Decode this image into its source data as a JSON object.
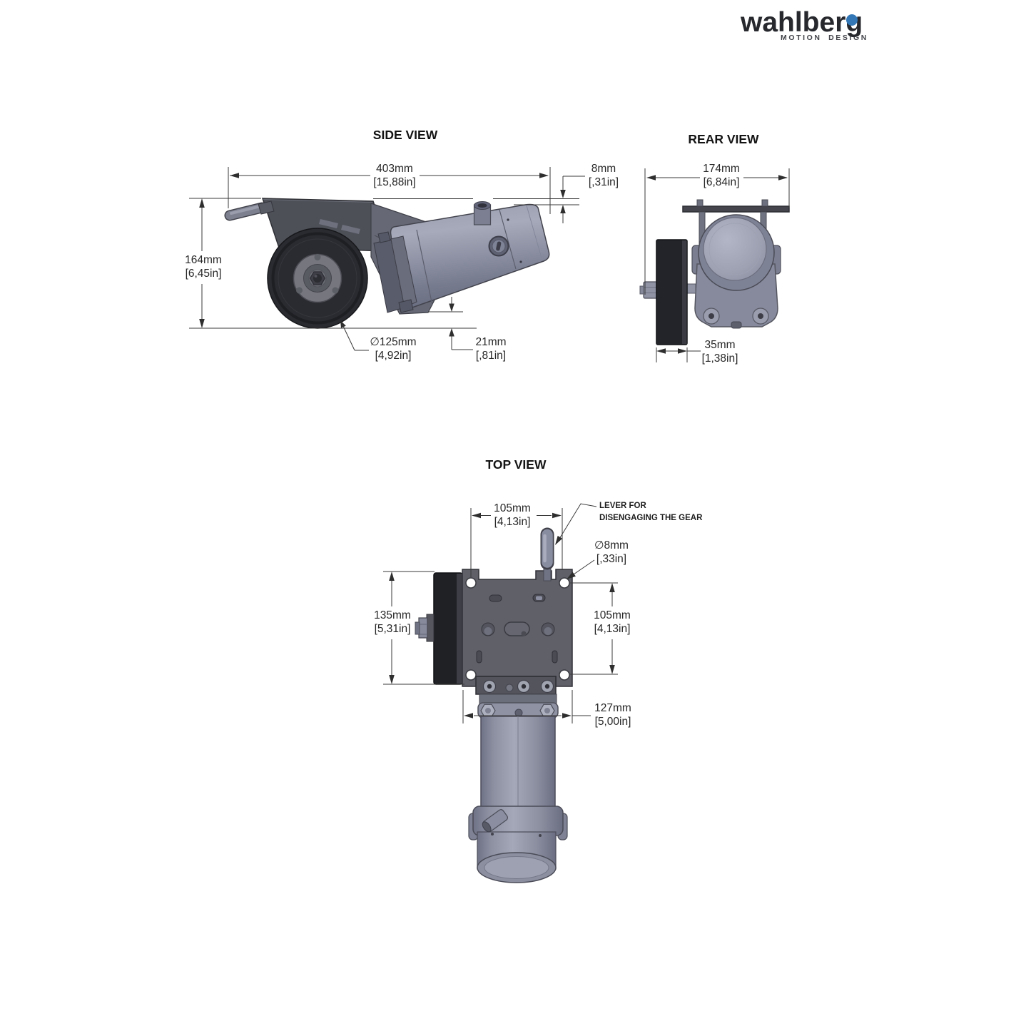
{
  "logo": {
    "brand_head": "wahlber",
    "brand_tail": "g",
    "tagline": "MOTION DESIGN",
    "accent_color": "#3377b6"
  },
  "views": {
    "side": {
      "title": "SIDE VIEW",
      "dimensions": {
        "overall_length": {
          "mm": "403mm",
          "in": "[15,88in]"
        },
        "top_offset": {
          "mm": "8mm",
          "in": "[,31in]"
        },
        "overall_height": {
          "mm": "164mm",
          "in": "[6,45in]"
        },
        "wheel_diameter": {
          "mm": "∅125mm",
          "in": "[4,92in]"
        },
        "ground_clearance": {
          "mm": "21mm",
          "in": "[,81in]"
        }
      }
    },
    "rear": {
      "title": "REAR VIEW",
      "dimensions": {
        "overall_width": {
          "mm": "174mm",
          "in": "[6,84in]"
        },
        "wheel_width": {
          "mm": "35mm",
          "in": "[1,38in]"
        }
      }
    },
    "top": {
      "title": "TOP VIEW",
      "annotation": {
        "line1": "LEVER FOR",
        "line2": "DISENGAGING THE GEAR"
      },
      "dimensions": {
        "hole_spacing_x": {
          "mm": "105mm",
          "in": "[4,13in]"
        },
        "hole_diameter": {
          "mm": "∅8mm",
          "in": "[,33in]"
        },
        "wheel_length": {
          "mm": "135mm",
          "in": "[5,31in]"
        },
        "hole_spacing_y": {
          "mm": "105mm",
          "in": "[4,13in]"
        },
        "plate_width": {
          "mm": "127mm",
          "in": "[5,00in]"
        }
      }
    }
  },
  "colors": {
    "dimension_line": "#3a3a3a",
    "body_grey_blue": "#9296a8",
    "wheel_black": "#232429",
    "plate_dark": "#4e5058"
  }
}
